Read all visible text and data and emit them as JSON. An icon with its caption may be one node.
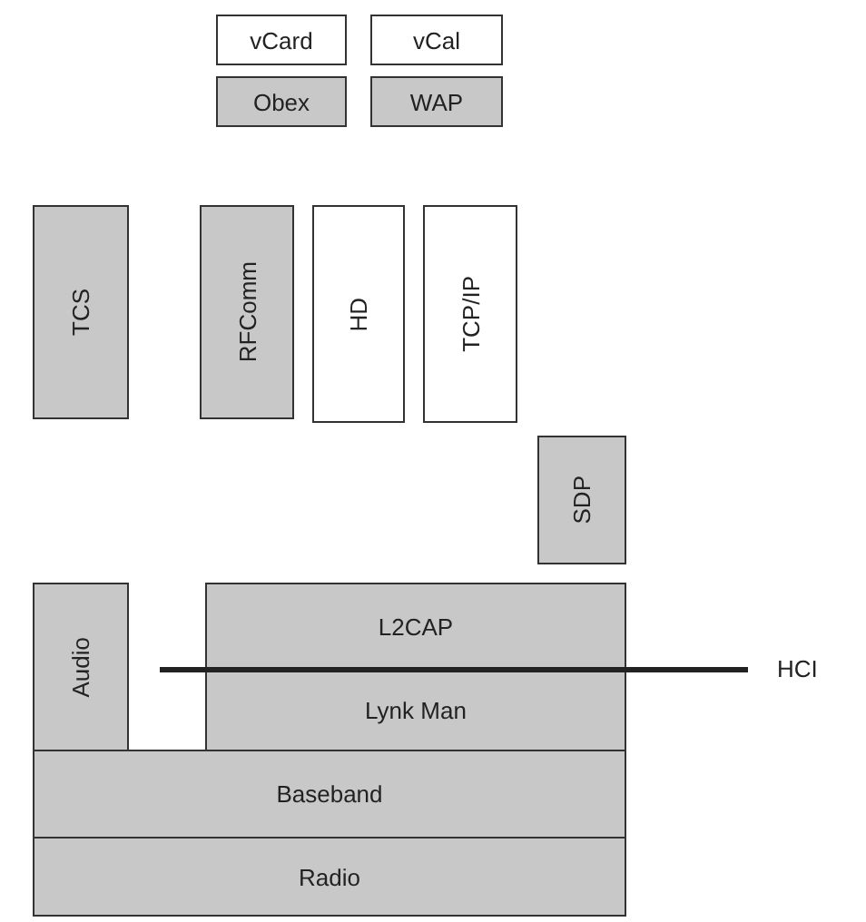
{
  "diagram": {
    "nodes": [
      {
        "text": [
          "vCard"
        ]
      },
      {
        "text": [
          "vCal"
        ]
      },
      {
        "text": [
          "Obex"
        ]
      },
      {
        "text": [
          "WAP"
        ]
      },
      {
        "text": [
          "TCS"
        ]
      },
      {
        "text": [
          "RFComm"
        ]
      },
      {
        "text": [
          "HD"
        ]
      },
      {
        "text": [
          "TCP/IP"
        ]
      },
      {
        "text": [
          "SDP"
        ]
      },
      {
        "text": [
          "Audio"
        ]
      },
      {
        "text": [
          "L2CAP"
        ]
      },
      {
        "text": [
          "Lynk Man"
        ]
      },
      {
        "text": [
          "Baseband"
        ]
      },
      {
        "text": [
          "Radio"
        ]
      }
    ],
    "edges": [],
    "labels": [
      "HCI"
    ]
  }
}
